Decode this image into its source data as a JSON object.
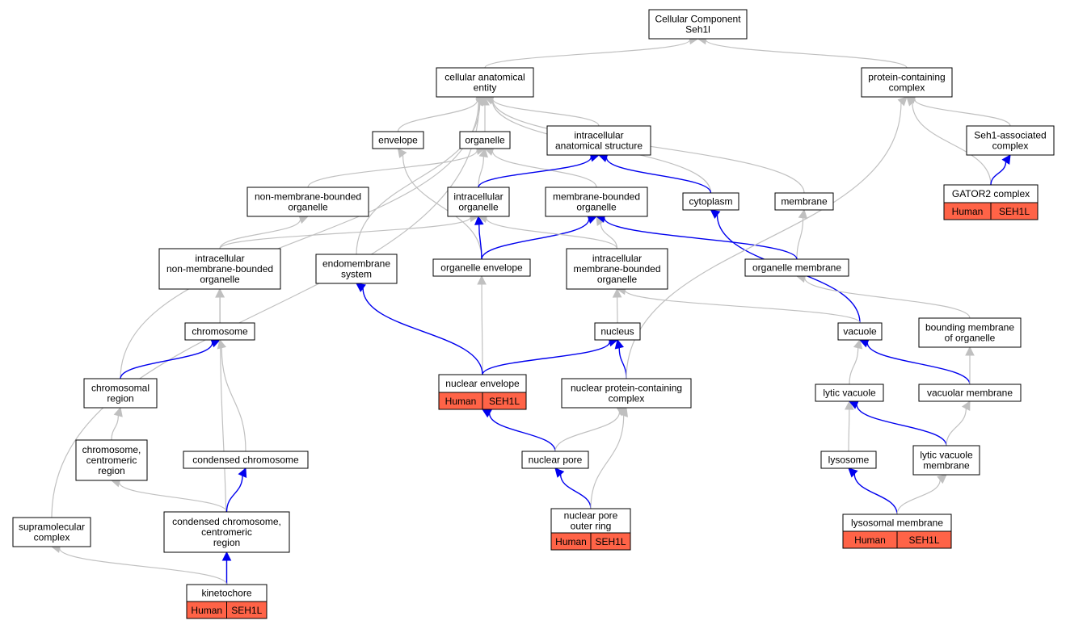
{
  "colors": {
    "gene_tag": "#ff6347",
    "edge_is_a": "#c0c0c0",
    "edge_part_of": "#0000ee",
    "node_border": "#000000"
  },
  "nodes": {
    "cc_root": [
      "Cellular Component",
      "Seh1l"
    ],
    "cellular_anatomical_entity": [
      "cellular anatomical",
      "entity"
    ],
    "protein_containing_complex": [
      "protein-containing",
      "complex"
    ],
    "envelope": [
      "envelope"
    ],
    "organelle": [
      "organelle"
    ],
    "intracellular_anatomical_structure": [
      "intracellular",
      "anatomical structure"
    ],
    "seh1_associated_complex": [
      "Seh1-associated",
      "complex"
    ],
    "non_membrane_bounded_organelle": [
      "non-membrane-bounded",
      "organelle"
    ],
    "intracellular_organelle": [
      "intracellular",
      "organelle"
    ],
    "membrane_bounded_organelle": [
      "membrane-bounded",
      "organelle"
    ],
    "cytoplasm": [
      "cytoplasm"
    ],
    "membrane": [
      "membrane"
    ],
    "gator2_complex": [
      "GATOR2 complex"
    ],
    "intracellular_non_membrane_bounded_organelle": [
      "intracellular",
      "non-membrane-bounded",
      "organelle"
    ],
    "endomembrane_system": [
      "endomembrane",
      "system"
    ],
    "organelle_envelope": [
      "organelle envelope"
    ],
    "intracellular_membrane_bounded_organelle": [
      "intracellular",
      "membrane-bounded",
      "organelle"
    ],
    "organelle_membrane": [
      "organelle membrane"
    ],
    "chromosome": [
      "chromosome"
    ],
    "nucleus": [
      "nucleus"
    ],
    "vacuole": [
      "vacuole"
    ],
    "bounding_membrane_of_organelle": [
      "bounding membrane",
      "of organelle"
    ],
    "chromosomal_region": [
      "chromosomal",
      "region"
    ],
    "nuclear_envelope": [
      "nuclear envelope"
    ],
    "nuclear_protein_containing_complex": [
      "nuclear protein-containing",
      "complex"
    ],
    "lytic_vacuole": [
      "lytic vacuole"
    ],
    "vacuolar_membrane": [
      "vacuolar membrane"
    ],
    "chromosome_centromeric_region": [
      "chromosome,",
      "centromeric",
      "region"
    ],
    "condensed_chromosome": [
      "condensed chromosome"
    ],
    "nuclear_pore": [
      "nuclear pore"
    ],
    "lysosome": [
      "lysosome"
    ],
    "lytic_vacuole_membrane": [
      "lytic vacuole",
      "membrane"
    ],
    "supramolecular_complex": [
      "supramolecular",
      "complex"
    ],
    "condensed_chromosome_centromeric_region": [
      "condensed chromosome,",
      "centromeric",
      "region"
    ],
    "nuclear_pore_outer_ring": [
      "nuclear pore",
      "outer ring"
    ],
    "lysosomal_membrane": [
      "lysosomal membrane"
    ],
    "kinetochore": [
      "kinetochore"
    ]
  },
  "annotations": {
    "gator2_complex": [
      "Human",
      "SEH1L"
    ],
    "nuclear_envelope": [
      "Human",
      "SEH1L"
    ],
    "nuclear_pore_outer_ring": [
      "Human",
      "SEH1L"
    ],
    "lysosomal_membrane": [
      "Human",
      "SEH1L"
    ],
    "kinetochore": [
      "Human",
      "SEH1L"
    ]
  },
  "edges": [
    {
      "from": "cellular_anatomical_entity",
      "to": "cc_root",
      "kind": "is_a"
    },
    {
      "from": "protein_containing_complex",
      "to": "cc_root",
      "kind": "is_a"
    },
    {
      "from": "envelope",
      "to": "cellular_anatomical_entity",
      "kind": "is_a"
    },
    {
      "from": "organelle",
      "to": "cellular_anatomical_entity",
      "kind": "is_a"
    },
    {
      "from": "intracellular_anatomical_structure",
      "to": "cellular_anatomical_entity",
      "kind": "is_a"
    },
    {
      "from": "cytoplasm",
      "to": "cellular_anatomical_entity",
      "kind": "is_a"
    },
    {
      "from": "membrane",
      "to": "cellular_anatomical_entity",
      "kind": "is_a"
    },
    {
      "from": "chromosomal_region",
      "to": "cellular_anatomical_entity",
      "kind": "is_a"
    },
    {
      "from": "supramolecular_complex",
      "to": "cellular_anatomical_entity",
      "kind": "is_a"
    },
    {
      "from": "endomembrane_system",
      "to": "cellular_anatomical_entity",
      "kind": "is_a"
    },
    {
      "from": "seh1_associated_complex",
      "to": "protein_containing_complex",
      "kind": "is_a"
    },
    {
      "from": "gator2_complex",
      "to": "protein_containing_complex",
      "kind": "is_a"
    },
    {
      "from": "gator2_complex",
      "to": "seh1_associated_complex",
      "kind": "part_of"
    },
    {
      "from": "non_membrane_bounded_organelle",
      "to": "organelle",
      "kind": "is_a"
    },
    {
      "from": "intracellular_organelle",
      "to": "organelle",
      "kind": "is_a"
    },
    {
      "from": "membrane_bounded_organelle",
      "to": "organelle",
      "kind": "is_a"
    },
    {
      "from": "intracellular_organelle",
      "to": "intracellular_anatomical_structure",
      "kind": "part_of"
    },
    {
      "from": "cytoplasm",
      "to": "intracellular_anatomical_structure",
      "kind": "part_of"
    },
    {
      "from": "organelle_envelope",
      "to": "envelope",
      "kind": "is_a"
    },
    {
      "from": "organelle_envelope",
      "to": "intracellular_organelle",
      "kind": "part_of"
    },
    {
      "from": "organelle_envelope",
      "to": "membrane_bounded_organelle",
      "kind": "part_of"
    },
    {
      "from": "intracellular_non_membrane_bounded_organelle",
      "to": "non_membrane_bounded_organelle",
      "kind": "is_a"
    },
    {
      "from": "intracellular_non_membrane_bounded_organelle",
      "to": "intracellular_organelle",
      "kind": "is_a"
    },
    {
      "from": "intracellular_membrane_bounded_organelle",
      "to": "intracellular_organelle",
      "kind": "is_a"
    },
    {
      "from": "intracellular_membrane_bounded_organelle",
      "to": "membrane_bounded_organelle",
      "kind": "is_a"
    },
    {
      "from": "organelle_membrane",
      "to": "membrane",
      "kind": "is_a"
    },
    {
      "from": "organelle_membrane",
      "to": "membrane_bounded_organelle",
      "kind": "part_of"
    },
    {
      "from": "vacuole",
      "to": "cytoplasm",
      "kind": "part_of"
    },
    {
      "from": "chromosome",
      "to": "intracellular_non_membrane_bounded_organelle",
      "kind": "is_a"
    },
    {
      "from": "kinetochore",
      "to": "intracellular_non_membrane_bounded_organelle",
      "kind": "is_a"
    },
    {
      "from": "nucleus",
      "to": "intracellular_membrane_bounded_organelle",
      "kind": "is_a"
    },
    {
      "from": "vacuole",
      "to": "intracellular_membrane_bounded_organelle",
      "kind": "is_a"
    },
    {
      "from": "bounding_membrane_of_organelle",
      "to": "organelle_membrane",
      "kind": "is_a"
    },
    {
      "from": "chromosomal_region",
      "to": "chromosome",
      "kind": "part_of"
    },
    {
      "from": "condensed_chromosome",
      "to": "chromosome",
      "kind": "is_a"
    },
    {
      "from": "nuclear_envelope",
      "to": "organelle_envelope",
      "kind": "is_a"
    },
    {
      "from": "nuclear_envelope",
      "to": "endomembrane_system",
      "kind": "part_of"
    },
    {
      "from": "nuclear_envelope",
      "to": "nucleus",
      "kind": "part_of"
    },
    {
      "from": "nuclear_protein_containing_complex",
      "to": "nucleus",
      "kind": "part_of"
    },
    {
      "from": "nuclear_protein_containing_complex",
      "to": "protein_containing_complex",
      "kind": "is_a"
    },
    {
      "from": "lytic_vacuole",
      "to": "vacuole",
      "kind": "is_a"
    },
    {
      "from": "vacuolar_membrane",
      "to": "vacuole",
      "kind": "part_of"
    },
    {
      "from": "vacuolar_membrane",
      "to": "bounding_membrane_of_organelle",
      "kind": "is_a"
    },
    {
      "from": "chromosome_centromeric_region",
      "to": "chromosomal_region",
      "kind": "is_a"
    },
    {
      "from": "nuclear_pore",
      "to": "nuclear_envelope",
      "kind": "part_of"
    },
    {
      "from": "nuclear_pore",
      "to": "nuclear_protein_containing_complex",
      "kind": "is_a"
    },
    {
      "from": "lysosome",
      "to": "lytic_vacuole",
      "kind": "is_a"
    },
    {
      "from": "lytic_vacuole_membrane",
      "to": "lytic_vacuole",
      "kind": "part_of"
    },
    {
      "from": "lytic_vacuole_membrane",
      "to": "vacuolar_membrane",
      "kind": "is_a"
    },
    {
      "from": "condensed_chromosome_centromeric_region",
      "to": "chromosome_centromeric_region",
      "kind": "is_a"
    },
    {
      "from": "condensed_chromosome_centromeric_region",
      "to": "condensed_chromosome",
      "kind": "part_of"
    },
    {
      "from": "nuclear_pore_outer_ring",
      "to": "nuclear_pore",
      "kind": "part_of"
    },
    {
      "from": "nuclear_pore_outer_ring",
      "to": "nuclear_protein_containing_complex",
      "kind": "is_a"
    },
    {
      "from": "lysosomal_membrane",
      "to": "lysosome",
      "kind": "part_of"
    },
    {
      "from": "lysosomal_membrane",
      "to": "lytic_vacuole_membrane",
      "kind": "is_a"
    },
    {
      "from": "kinetochore",
      "to": "condensed_chromosome_centromeric_region",
      "kind": "part_of"
    },
    {
      "from": "kinetochore",
      "to": "supramolecular_complex",
      "kind": "is_a"
    }
  ]
}
